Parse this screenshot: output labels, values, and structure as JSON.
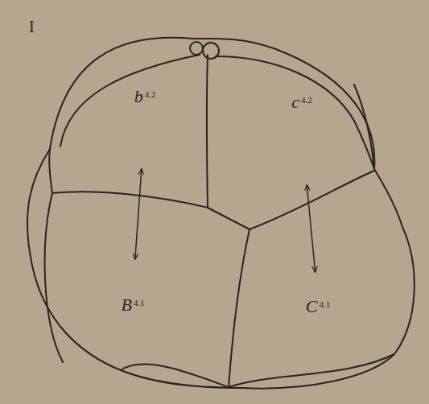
{
  "diagram": {
    "nodes": [
      {
        "text": [
          "b",
          "4.2"
        ]
      },
      {
        "text": [
          "c",
          "4.2"
        ]
      },
      {
        "text": [
          "B",
          "4.1"
        ]
      },
      {
        "text": [
          "C",
          "4.1"
        ]
      }
    ],
    "edges": [
      {
        "from": 0,
        "to": 2,
        "arrow": "both"
      },
      {
        "from": 1,
        "to": 3,
        "arrow": "both"
      }
    ],
    "labels": [
      "I"
    ]
  }
}
